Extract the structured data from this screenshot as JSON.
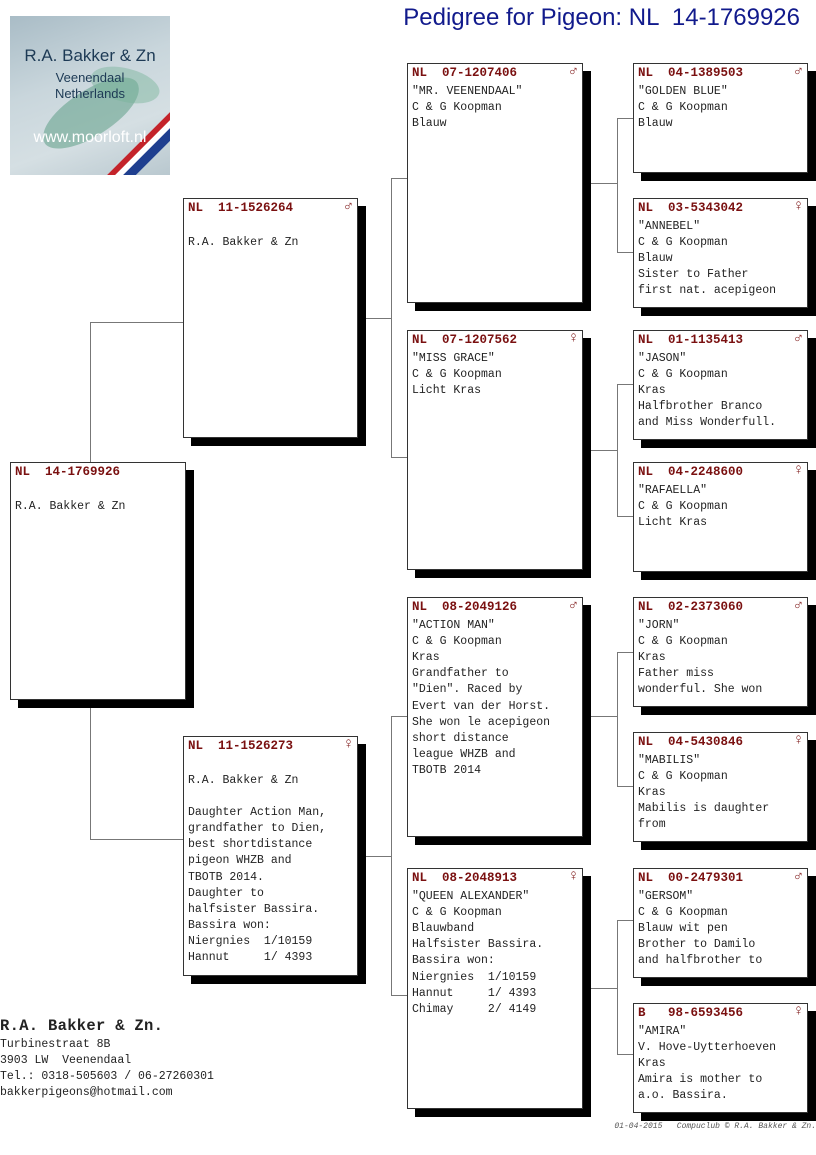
{
  "title": "Pedigree for Pigeon: NL  14-1769926",
  "logo": {
    "line1": "R.A. Bakker & Zn",
    "line2": "Veenendaal",
    "line3": "Netherlands",
    "line4": "www.moorloft.nl"
  },
  "pigeons": {
    "subject": {
      "ring": "NL  14-1769926",
      "sex": "",
      "lines": [
        "",
        "R.A. Bakker & Zn"
      ]
    },
    "sire": {
      "ring": "NL  11-1526264",
      "sex": "♂",
      "lines": [
        "",
        "R.A. Bakker & Zn"
      ]
    },
    "dam": {
      "ring": "NL  11-1526273",
      "sex": "♀",
      "lines": [
        "",
        "R.A. Bakker & Zn",
        "",
        "Daughter Action Man,",
        "grandfather to Dien,",
        "best shortdistance",
        "pigeon WHZB and",
        "TBOTB 2014.",
        "Daughter to",
        "halfsister Bassira.",
        "Bassira won:",
        "Niergnies  1/10159",
        "Hannut     1/ 4393"
      ]
    },
    "ss": {
      "ring": "NL  07-1207406",
      "sex": "♂",
      "lines": [
        "\"MR. VEENENDAAL\"",
        "C & G Koopman",
        "Blauw"
      ]
    },
    "sd": {
      "ring": "NL  07-1207562",
      "sex": "♀",
      "lines": [
        "\"MISS GRACE\"",
        "C & G Koopman",
        "Licht Kras"
      ]
    },
    "ds": {
      "ring": "NL  08-2049126",
      "sex": "♂",
      "lines": [
        "\"ACTION MAN\"",
        "C & G Koopman",
        "Kras",
        "Grandfather to",
        "\"Dien\". Raced by",
        "Evert van der Horst.",
        "She won le acepigeon",
        "short distance",
        "league WHZB and",
        "TBOTB 2014"
      ]
    },
    "dd": {
      "ring": "NL  08-2048913",
      "sex": "♀",
      "lines": [
        "\"QUEEN ALEXANDER\"",
        "C & G Koopman",
        "Blauwband",
        "Halfsister Bassira.",
        "Bassira won:",
        "Niergnies  1/10159",
        "Hannut     1/ 4393",
        "Chimay     2/ 4149"
      ]
    },
    "sss": {
      "ring": "NL  04-1389503",
      "sex": "♂",
      "lines": [
        "\"GOLDEN BLUE\"",
        "C & G Koopman",
        "Blauw"
      ]
    },
    "ssd": {
      "ring": "NL  03-5343042",
      "sex": "♀",
      "lines": [
        "\"ANNEBEL\"",
        "C & G Koopman",
        "Blauw",
        "Sister to Father",
        "first nat. acepigeon"
      ]
    },
    "sds": {
      "ring": "NL  01-1135413",
      "sex": "♂",
      "lines": [
        "\"JASON\"",
        "C & G Koopman",
        "Kras",
        "Halfbrother Branco",
        "and Miss Wonderfull."
      ]
    },
    "sdd": {
      "ring": "NL  04-2248600",
      "sex": "♀",
      "lines": [
        "\"RAFAELLA\"",
        "C & G Koopman",
        "Licht Kras"
      ]
    },
    "dss": {
      "ring": "NL  02-2373060",
      "sex": "♂",
      "lines": [
        "\"JORN\"",
        "C & G Koopman",
        "Kras",
        "Father miss",
        "wonderful. She won"
      ]
    },
    "dsd": {
      "ring": "NL  04-5430846",
      "sex": "♀",
      "lines": [
        "\"MABILIS\"",
        "C & G Koopman",
        "Kras",
        "Mabilis is daughter",
        "from"
      ]
    },
    "dds": {
      "ring": "NL  00-2479301",
      "sex": "♂",
      "lines": [
        "\"GERSOM\"",
        "C & G Koopman",
        "Blauw wit pen",
        "Brother to Damilo",
        "and halfbrother to"
      ]
    },
    "ddd": {
      "ring": "B   98-6593456",
      "sex": "♀",
      "lines": [
        "\"AMIRA\"",
        "V. Hove-Uytterhoeven",
        "Kras",
        "Amira is mother to",
        "a.o. Bassira."
      ]
    }
  },
  "footer": {
    "name": "R.A. Bakker & Zn.",
    "street": "Turbinestraat 8B",
    "city": "3903 LW  Veenendaal",
    "phone": "Tel.: 0318-505603 / 06-27260301",
    "email": "bakkerpigeons@hotmail.com"
  },
  "credit": "01-04-2015   Compuclub © R.A. Bakker & Zn."
}
